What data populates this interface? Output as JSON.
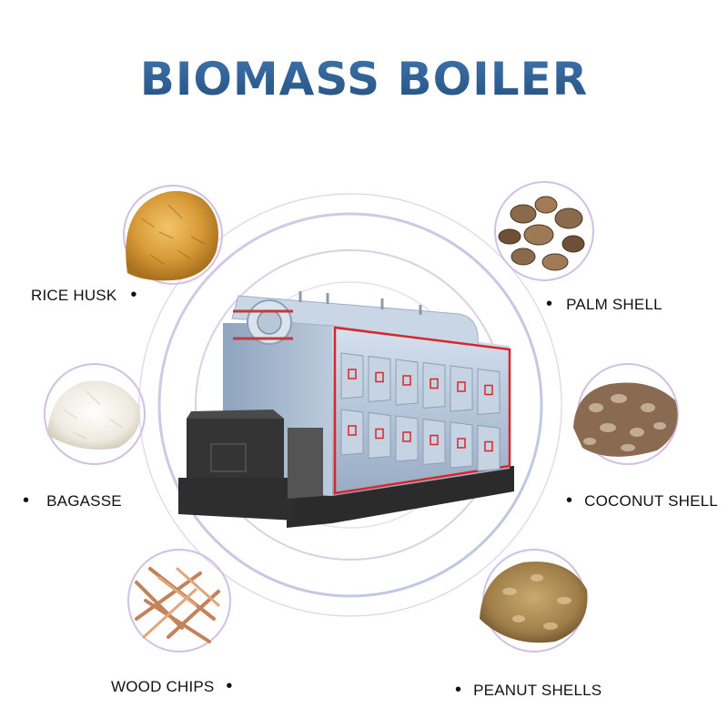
{
  "title": "BIOMASS BOILER",
  "bullet": "•",
  "fuels": [
    {
      "label": "RICE HUSK",
      "icon": "rice-husk-icon"
    },
    {
      "label": "PALM SHELL",
      "icon": "palm-shell-icon"
    },
    {
      "label": "BAGASSE",
      "icon": "bagasse-icon"
    },
    {
      "label": "COCONUT SHELL",
      "icon": "coconut-shell-icon"
    },
    {
      "label": "WOOD CHIPS",
      "icon": "wood-chips-icon"
    },
    {
      "label": "PEANUT SHELLS",
      "icon": "peanut-shells-icon"
    }
  ],
  "colors": {
    "title": "#2f5c8f",
    "boiler_shell": "#b9cbe0",
    "panel_frame": "#d8262a",
    "ring": "#c9b3d8"
  }
}
